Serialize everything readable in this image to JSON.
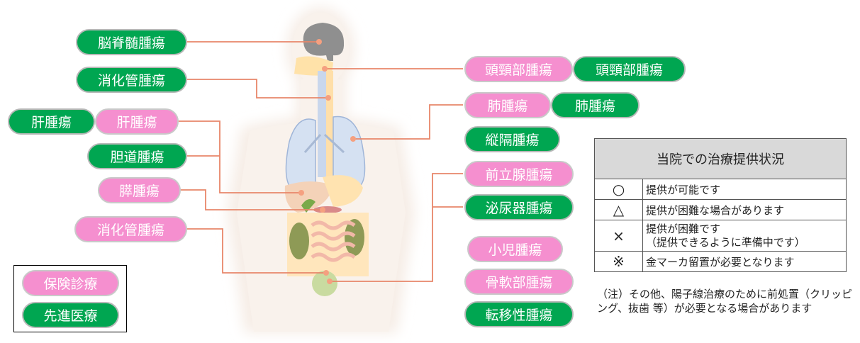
{
  "pills": [
    {
      "id": "brain",
      "text": "脳脊髄腫瘍",
      "color": "green"
    },
    {
      "id": "digestive-upper",
      "text": "消化管腫瘍",
      "color": "green"
    },
    {
      "id": "liver-green",
      "text": "肝腫瘍",
      "color": "green"
    },
    {
      "id": "liver-pink",
      "text": "肝腫瘍",
      "color": "pink"
    },
    {
      "id": "bile",
      "text": "胆道腫瘍",
      "color": "green"
    },
    {
      "id": "pancreas",
      "text": "膵腫瘍",
      "color": "pink"
    },
    {
      "id": "digestive-lower",
      "text": "消化管腫瘍",
      "color": "pink"
    },
    {
      "id": "headneck-pink",
      "text": "頭頸部腫瘍",
      "color": "pink"
    },
    {
      "id": "headneck-green",
      "text": "頭頸部腫瘍",
      "color": "green"
    },
    {
      "id": "lung-pink",
      "text": "肺腫瘍",
      "color": "pink"
    },
    {
      "id": "lung-green",
      "text": "肺腫瘍",
      "color": "green"
    },
    {
      "id": "mediastinum",
      "text": "縦隔腫瘍",
      "color": "green"
    },
    {
      "id": "prostate",
      "text": "前立腺腫瘍",
      "color": "pink"
    },
    {
      "id": "urinary",
      "text": "泌尿器腫瘍",
      "color": "green"
    },
    {
      "id": "pediatric",
      "text": "小児腫瘍",
      "color": "pink"
    },
    {
      "id": "bone",
      "text": "骨軟部腫瘍",
      "color": "pink"
    },
    {
      "id": "metastasis",
      "text": "転移性腫瘍",
      "color": "green"
    }
  ],
  "legend": {
    "insurance": "保険診療",
    "advanced": "先進医療"
  },
  "table": {
    "header": "当院での治療提供状況",
    "rows": [
      {
        "symbol": "○",
        "line1": "提供が可能です",
        "line2": ""
      },
      {
        "symbol": "△",
        "line1": "提供が困難な場合があります",
        "line2": ""
      },
      {
        "symbol": "×",
        "line1": "提供が困難です",
        "line2": "（提供できるように準備中です）"
      },
      {
        "symbol": "※",
        "line1": "金マーカ留置が必要となります",
        "line2": ""
      }
    ]
  },
  "note": "（注）その他、陽子線治療のために前処置（クリッピング、抜歯 等）が必要となる場合があります",
  "colors": {
    "green": "#00a651",
    "pink": "#f58fcf",
    "connector": "#e8866a"
  }
}
